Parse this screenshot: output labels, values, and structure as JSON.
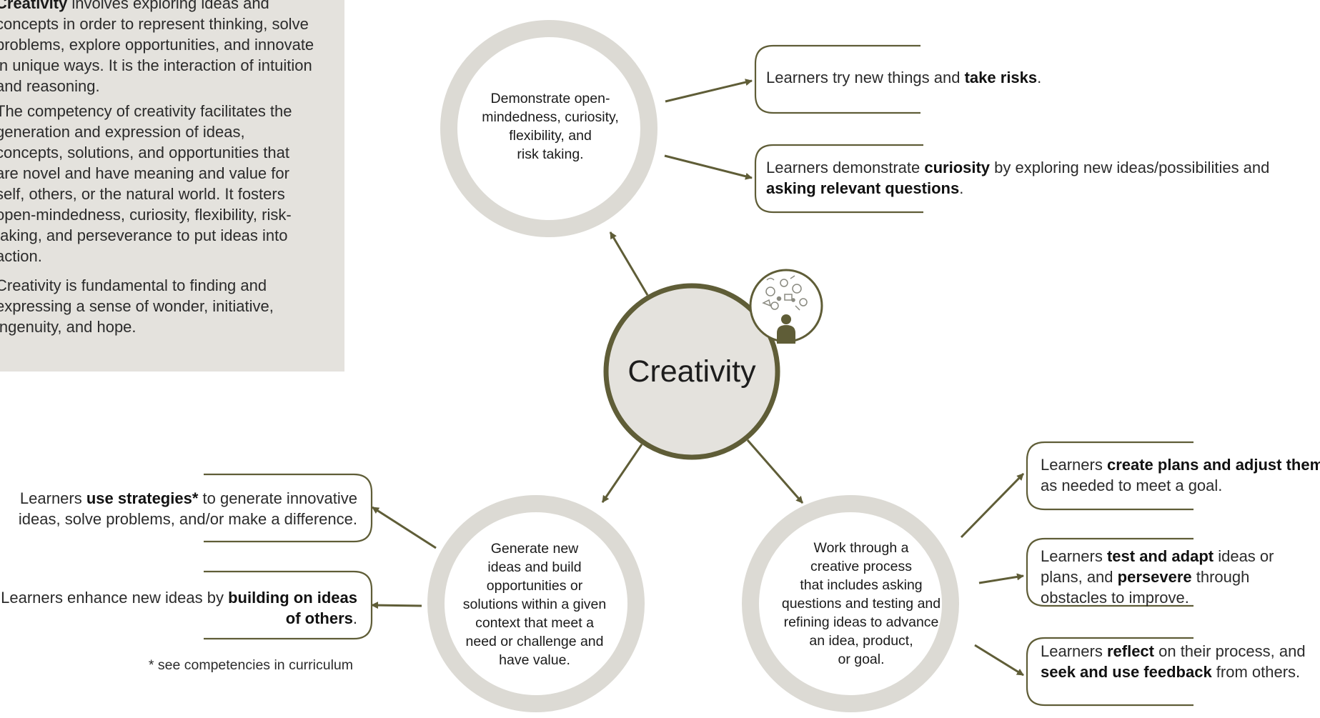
{
  "colors": {
    "accent": "#5f5d37",
    "ring": "#dcdad4",
    "panel": "#e4e2dd",
    "center_fill": "#e4e2dd"
  },
  "side_panel": {
    "para1": [
      {
        "text": "Creativity",
        "bold": true
      },
      {
        "text": " involves exploring ideas and concepts in order to represent thinking, solve problems, explore opportunities, and innovate in unique ways. It is the interaction of intuition and reasoning.",
        "bold": false
      }
    ],
    "para2": [
      {
        "text": "The competency of creativity facilitates the generation and expression of ideas, concepts, solutions, and opportunities that are novel and have meaning and value for self, others, or the natural world. It fosters open-mindedness, curiosity, flexibility, risk-taking, and perseverance to put ideas into action.",
        "bold": false
      }
    ],
    "para3": [
      {
        "text": "Creativity is fundamental to finding and expressing a sense of wonder, initiative, ingenuity, and hope.",
        "bold": false
      }
    ]
  },
  "center": {
    "title": "Creativity",
    "icon": "thinking-person-icon"
  },
  "circles": {
    "top": "Demonstrate open-\nmindedness, curiosity,\nflexibility, and\nrisk taking.",
    "bottom_left": "Generate new\nideas and build\nopportunities or\nsolutions within a given\ncontext that meet a\nneed or challenge and\nhave value.",
    "bottom_right": "Work through a\ncreative process\nthat includes asking\nquestions and testing and\nrefining ideas to advance\nan idea, product,\nor goal."
  },
  "learners": {
    "risk": [
      {
        "text": "Learners try new things and ",
        "bold": false
      },
      {
        "text": "take risks",
        "bold": true
      },
      {
        "text": ".",
        "bold": false
      }
    ],
    "curiosity": [
      {
        "text": "Learners demonstrate ",
        "bold": false
      },
      {
        "text": "curiosity",
        "bold": true
      },
      {
        "text": " by exploring new ideas/possibilities and ",
        "bold": false
      },
      {
        "text": "asking relevant questions",
        "bold": true
      },
      {
        "text": ".",
        "bold": false
      }
    ],
    "plans": [
      {
        "text": "Learners ",
        "bold": false
      },
      {
        "text": "create plans and adjust them",
        "bold": true
      },
      {
        "text": "\nas needed to meet a goal.",
        "bold": false
      }
    ],
    "test": [
      {
        "text": "Learners ",
        "bold": false
      },
      {
        "text": "test and adapt",
        "bold": true
      },
      {
        "text": " ideas or plans, and ",
        "bold": false
      },
      {
        "text": "persevere",
        "bold": true
      },
      {
        "text": " through obstacles to improve.",
        "bold": false
      }
    ],
    "reflect": [
      {
        "text": "Learners ",
        "bold": false
      },
      {
        "text": "reflect",
        "bold": true
      },
      {
        "text": " on their process, and ",
        "bold": false
      },
      {
        "text": "seek and use feedback",
        "bold": true
      },
      {
        "text": " from others.",
        "bold": false
      }
    ],
    "strategies": [
      {
        "text": "Learners ",
        "bold": false
      },
      {
        "text": "use strategies*",
        "bold": true
      },
      {
        "text": " to generate innovative ideas, solve problems, and/or make a difference.",
        "bold": false
      }
    ],
    "build": [
      {
        "text": "Learners enhance new ideas by ",
        "bold": false
      },
      {
        "text": "building on ideas of others",
        "bold": true
      },
      {
        "text": ".",
        "bold": false
      }
    ]
  },
  "footnote": "* see competencies in curriculum"
}
